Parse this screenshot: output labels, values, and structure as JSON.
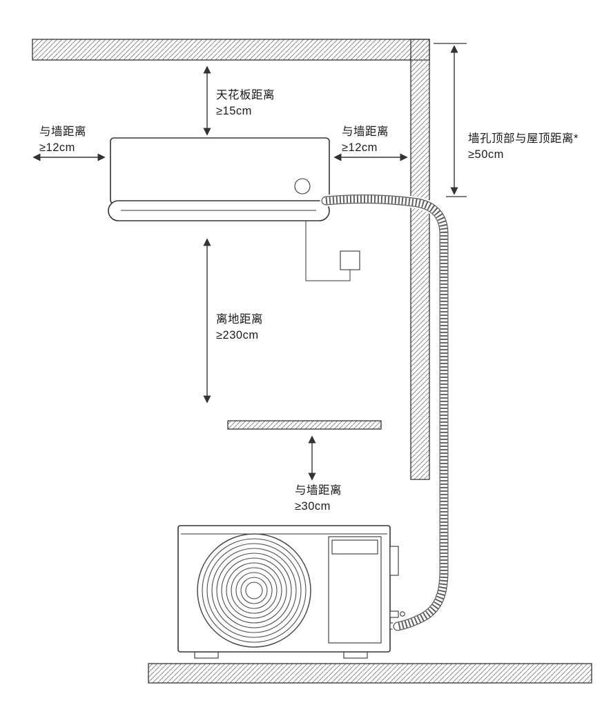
{
  "diagram": {
    "type": "air-conditioner-installation-clearance-diagram",
    "labels": {
      "ceiling": {
        "line1": "天花板距离",
        "line2": "≥15cm"
      },
      "left_wall": {
        "line1": "与墙距离",
        "line2": "≥12cm"
      },
      "right_wall": {
        "line1": "与墙距离",
        "line2": "≥12cm"
      },
      "roof_hole": {
        "line1": "墙孔顶部与屋顶距离*",
        "line2": "≥50cm"
      },
      "floor": {
        "line1": "离地距离",
        "line2": "≥230cm"
      },
      "outdoor_wall": {
        "line1": "与墙距离",
        "line2": "≥30cm"
      }
    },
    "colors": {
      "line": "#333333",
      "hatch": "#8a8a8a",
      "background": "#ffffff",
      "text": "#1a1a1a"
    }
  }
}
